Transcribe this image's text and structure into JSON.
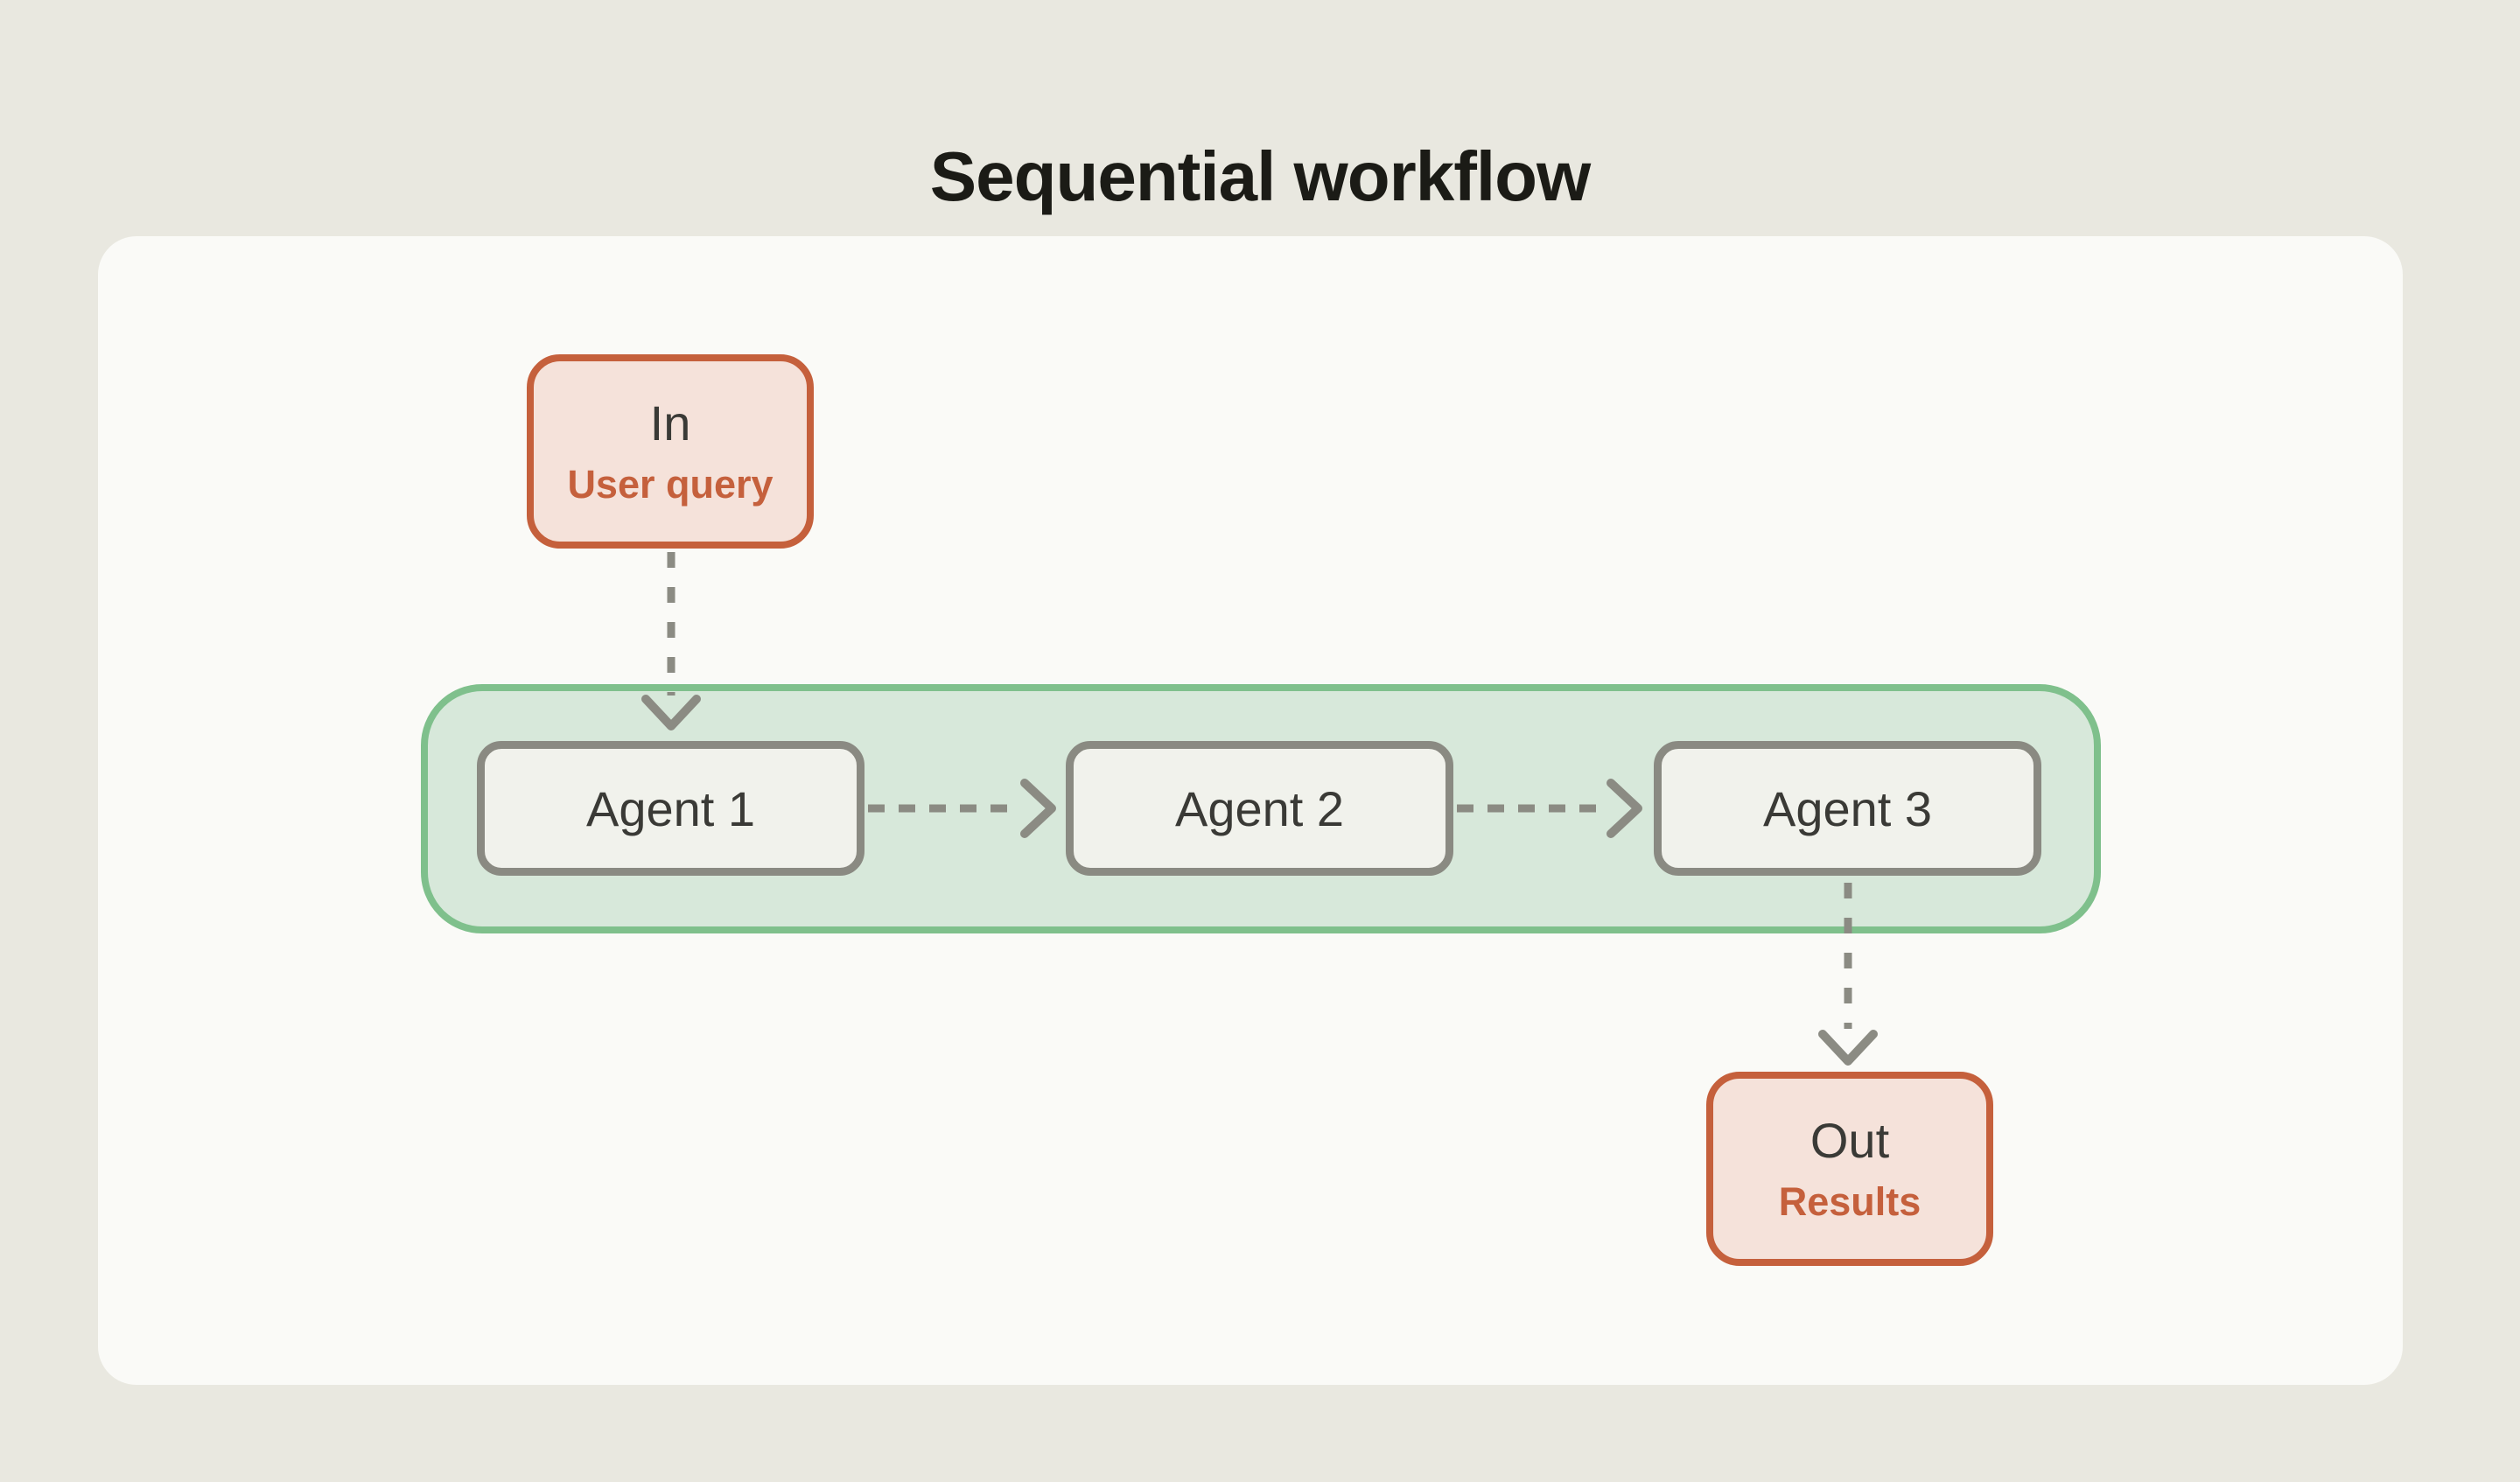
{
  "title": "Sequential workflow",
  "nodes": {
    "input": {
      "label": "In",
      "sublabel": "User query"
    },
    "agents": [
      {
        "label": "Agent 1"
      },
      {
        "label": "Agent 2"
      },
      {
        "label": "Agent 3"
      }
    ],
    "output": {
      "label": "Out",
      "sublabel": "Results"
    }
  },
  "colors": {
    "page_background": "#e9e8e0",
    "card_background": "#fafaf7",
    "io_border": "#c5603c",
    "io_fill": "#f5e2da",
    "io_sublabel_text": "#c5603c",
    "agents_container_border": "#7fc08c",
    "agents_container_fill": "#d7e8da",
    "agent_border": "#8a8a82",
    "agent_fill": "#f1f2ec",
    "label_text": "#3a3a36",
    "title_text": "#1b1b16",
    "arrow": "#8b8b83"
  }
}
